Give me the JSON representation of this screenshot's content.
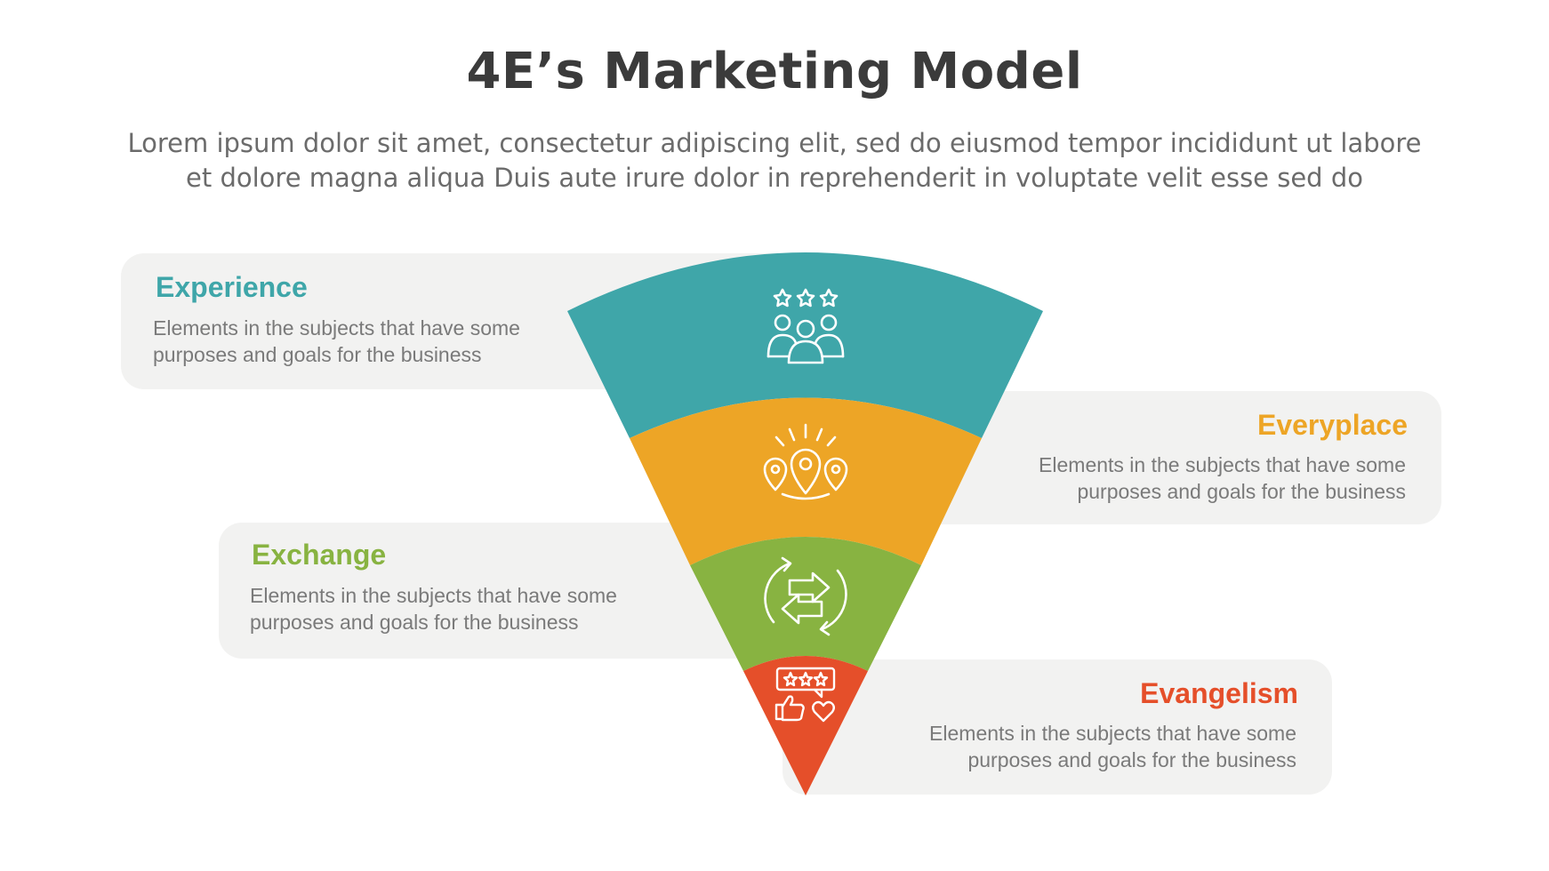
{
  "header": {
    "title": "4E’s Marketing Model",
    "subtitle_lines": [
      "Lorem ipsum dolor sit amet, consectetur adipiscing elit, sed do eiusmod tempor incididunt ut labore",
      "et dolore magna aliqua Duis aute irure dolor in reprehenderit in voluptate velit esse sed do"
    ]
  },
  "stages": [
    {
      "title": "Experience",
      "color": "#3fa6a9",
      "icon": "people-rating-icon",
      "desc_lines": [
        "Elements in the subjects that have some",
        "purposes and goals for the  business"
      ]
    },
    {
      "title": "Everyplace",
      "color": "#eda526",
      "icon": "location-pins-icon",
      "desc_lines": [
        "Elements in the subjects that have some",
        "purposes and goals for the  business"
      ]
    },
    {
      "title": "Exchange",
      "color": "#88b341",
      "icon": "exchange-arrows-icon",
      "desc_lines": [
        "Elements in the subjects that have some",
        "purposes and goals for the  business"
      ]
    },
    {
      "title": "Evangelism",
      "color": "#e54f2a",
      "icon": "review-feedback-icon",
      "desc_lines": [
        "Elements in the subjects that have some",
        "purposes and goals for the  business"
      ]
    }
  ]
}
